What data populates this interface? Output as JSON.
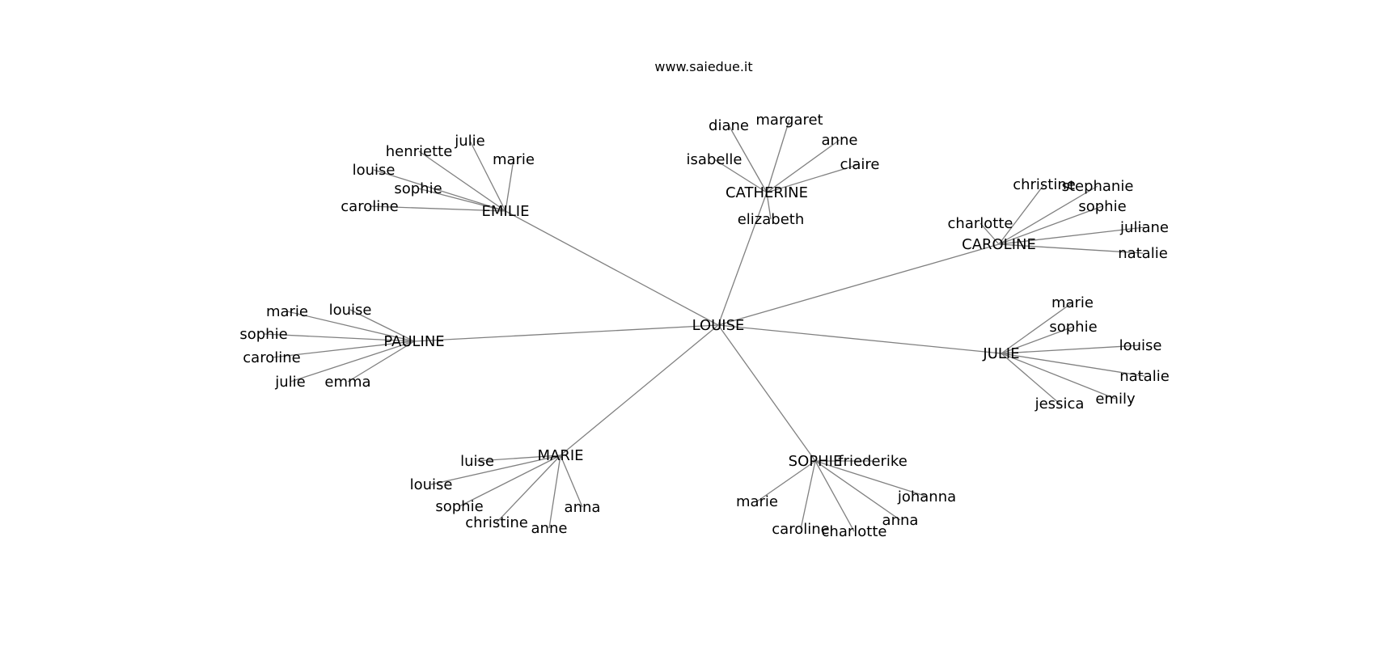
{
  "watermark": "www.saiedue.it",
  "root": "LOUISE",
  "hubs": [
    {
      "name": "EMILIE",
      "children": [
        "julie",
        "marie",
        "henriette",
        "louise",
        "sophie",
        "caroline"
      ]
    },
    {
      "name": "CATHERINE",
      "children": [
        "diane",
        "margaret",
        "anne",
        "isabelle",
        "claire",
        "elizabeth"
      ]
    },
    {
      "name": "CAROLINE",
      "children": [
        "christine",
        "stephanie",
        "sophie",
        "charlotte",
        "juliane",
        "natalie"
      ]
    },
    {
      "name": "PAULINE",
      "children": [
        "marie",
        "louise",
        "sophie",
        "caroline",
        "julie",
        "emma"
      ]
    },
    {
      "name": "JULIE",
      "children": [
        "marie",
        "sophie",
        "louise",
        "natalie",
        "emily",
        "jessica"
      ]
    },
    {
      "name": "MARIE",
      "children": [
        "luise",
        "louise",
        "sophie",
        "christine",
        "anne",
        "anna"
      ]
    },
    {
      "name": "SOPHIE",
      "children": [
        "friederike",
        "johanna",
        "anna",
        "marie",
        "caroline",
        "charlotte"
      ]
    }
  ]
}
